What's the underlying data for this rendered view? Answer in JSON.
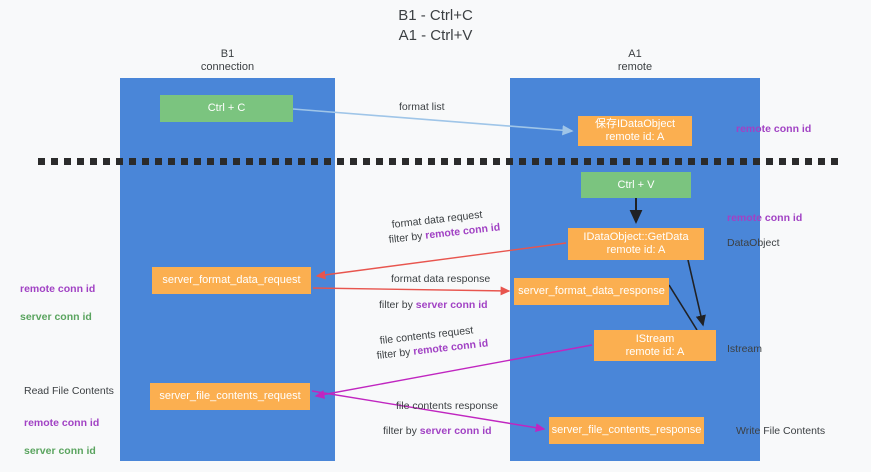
{
  "title": "B1 - Ctrl+C\nA1 - Ctrl+V",
  "columns": {
    "left": {
      "label": "B1\nconnection"
    },
    "right": {
      "label": "A1\nremote"
    }
  },
  "nodes": {
    "ctrl_c": "Ctrl + C",
    "save_idataobject": "保存IDataObject\nremote id: A",
    "ctrl_v": "Ctrl + V",
    "getdata": "IDataObject::GetData\nremote id: A",
    "server_format_data_request": "server_format_data_request",
    "server_format_data_response": "server_format_data_response",
    "istream": "IStream\nremote id: A",
    "server_file_contents_request": "server_file_contents_request",
    "server_file_contents_response": "server_file_contents_response"
  },
  "edge_labels": {
    "format_list": "format list",
    "format_data_request": "format data request",
    "format_data_request_filter_prefix": "filter by ",
    "format_data_request_filter_key": "remote conn id",
    "format_data_response": "format data response",
    "format_data_response_filter_prefix": "filter by ",
    "format_data_response_filter_key": "server conn id",
    "file_contents_request": "file contents request",
    "file_contents_request_filter_prefix": "filter by ",
    "file_contents_request_filter_key": "remote conn id",
    "file_contents_response": "file contents response",
    "file_contents_response_filter_prefix": "filter by ",
    "file_contents_response_filter_key": "server conn id"
  },
  "annotations": {
    "right_remote_conn_id_top": "remote conn id",
    "right_remote_conn_id_mid": "remote conn id",
    "right_dataobject": "DataObject",
    "right_istream": "Istream",
    "right_write_file_contents": "Write File Contents",
    "left_remote_conn_id": "remote conn id",
    "left_server_conn_id": "server conn id",
    "left_read_file_contents": "Read File Contents",
    "left_remote_conn_id_2": "remote conn id",
    "left_server_conn_id_2": "server conn id"
  },
  "colors": {
    "background": "#f8f9fa",
    "lane": "#4a86d8",
    "node_green": "#7bc47f",
    "node_orange": "#fbaf50",
    "purple": "#a142c4",
    "green_text": "#5aa45f",
    "arrow_blue": "#9fc5e8",
    "arrow_red": "#e8554e",
    "arrow_magenta": "#c026c0",
    "arrow_black": "#202124",
    "dash": "#2b2b2b"
  }
}
